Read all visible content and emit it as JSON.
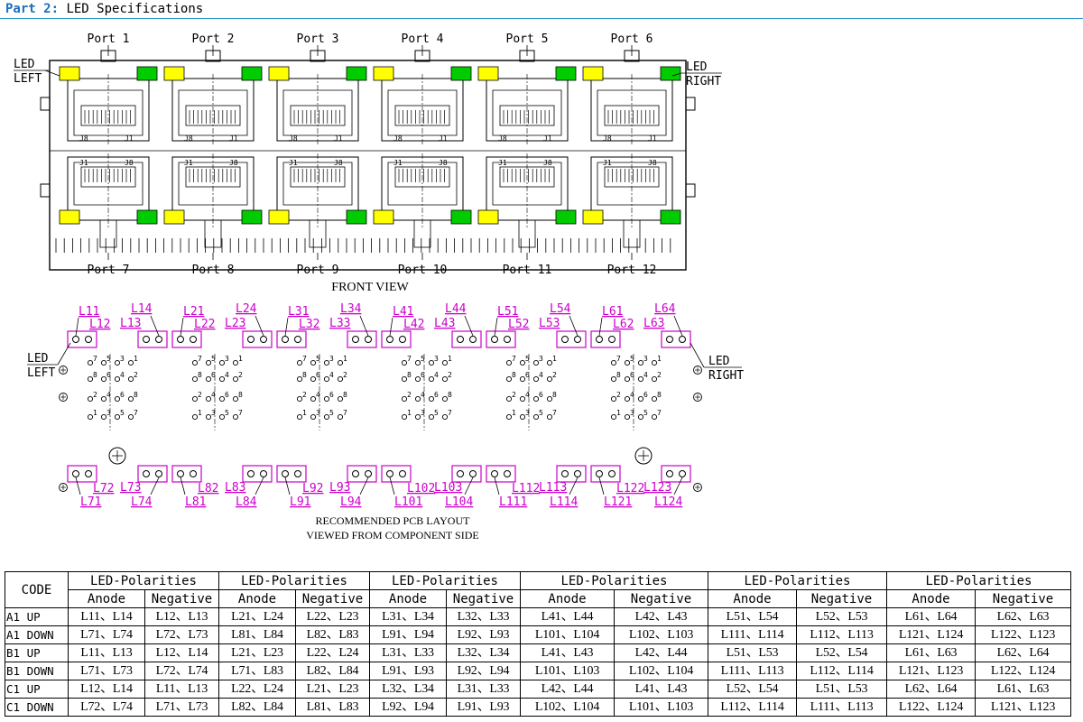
{
  "header": {
    "part": "Part 2:",
    "title": "LED Specifications"
  },
  "front_view": {
    "caption": "FRONT VIEW",
    "top_ports": [
      "Port 1",
      "Port 2",
      "Port 3",
      "Port 4",
      "Port 5",
      "Port 6"
    ],
    "bottom_ports": [
      "Port 7",
      "Port 8",
      "Port 9",
      "Port 10",
      "Port 11",
      "Port 12"
    ],
    "led_left": [
      "LED",
      "LEFT"
    ],
    "led_right": [
      "LED",
      "RIGHT"
    ],
    "jack_pin_left_top": "J8",
    "jack_pin_right_top": "J1",
    "jack_pin_left_bottom": "J1",
    "jack_pin_right_bottom": "J8",
    "led_colors": {
      "left": "#ffff00",
      "right": "#00cc00"
    }
  },
  "pcb_layout": {
    "caption_line1": "RECOMMENDED PCB LAYOUT",
    "caption_line2": "VIEWED FROM COMPONENT SIDE",
    "led_left": [
      "LED",
      "LEFT"
    ],
    "led_right": [
      "LED",
      "RIGHT"
    ],
    "label_color": "#cc00cc",
    "top_labels": [
      [
        "L11",
        "L12",
        "L14",
        "L13"
      ],
      [
        "L21",
        "L22",
        "L24",
        "L23"
      ],
      [
        "L31",
        "L32",
        "L34",
        "L33"
      ],
      [
        "L41",
        "L42",
        "L44",
        "L43"
      ],
      [
        "L51",
        "L52",
        "L54",
        "L53"
      ],
      [
        "L61",
        "L62",
        "L64",
        "L63"
      ]
    ],
    "bottom_labels": [
      [
        "L72",
        "L71",
        "L73",
        "L74"
      ],
      [
        "L82",
        "L81",
        "L83",
        "L84"
      ],
      [
        "L92",
        "L91",
        "L93",
        "L94"
      ],
      [
        "L102",
        "L101",
        "L103",
        "L104"
      ],
      [
        "L112",
        "L111",
        "L113",
        "L114"
      ],
      [
        "L122",
        "L121",
        "L123",
        "L124"
      ]
    ],
    "pin_row1": [
      "7",
      "5",
      "3",
      "1"
    ],
    "pin_row2": [
      "8",
      "6",
      "4",
      "2"
    ],
    "pin_row3": [
      "2",
      "4",
      "6",
      "8"
    ],
    "pin_row4": [
      "1",
      "3",
      "5",
      "7"
    ]
  },
  "table": {
    "code_header": "CODE",
    "group_header": "LED-Polarities",
    "anode_header": "Anode",
    "negative_header": "Negative",
    "rows": [
      {
        "code": "A1 UP",
        "cells": [
          "L11、L14",
          "L12、L13",
          "L21、L24",
          "L22、L23",
          "L31、L34",
          "L32、L33",
          "L41、L44",
          "L42、L43",
          "L51、L54",
          "L52、L53",
          "L61、L64",
          "L62、L63"
        ]
      },
      {
        "code": "A1 DOWN",
        "cells": [
          "L71、L74",
          "L72、L73",
          "L81、L84",
          "L82、L83",
          "L91、L94",
          "L92、L93",
          "L101、L104",
          "L102、L103",
          "L111、L114",
          "L112、L113",
          "L121、L124",
          "L122、L123"
        ]
      },
      {
        "code": "B1 UP",
        "cells": [
          "L11、L13",
          "L12、L14",
          "L21、L23",
          "L22、L24",
          "L31、L33",
          "L32、L34",
          "L41、L43",
          "L42、L44",
          "L51、L53",
          "L52、L54",
          "L61、L63",
          "L62、L64"
        ]
      },
      {
        "code": "B1 DOWN",
        "cells": [
          "L71、L73",
          "L72、L74",
          "L71、L83",
          "L82、L84",
          "L91、L93",
          "L92、L94",
          "L101、L103",
          "L102、L104",
          "L111、L113",
          "L112、L114",
          "L121、L123",
          "L122、L124"
        ]
      },
      {
        "code": "C1 UP",
        "cells": [
          "L12、L14",
          "L11、L13",
          "L22、L24",
          "L21、L23",
          "L32、L34",
          "L31、L33",
          "L42、L44",
          "L41、L43",
          "L52、L54",
          "L51、L53",
          "L62、L64",
          "L61、L63"
        ]
      },
      {
        "code": "C1 DOWN",
        "cells": [
          "L72、L74",
          "L71、L73",
          "L82、L84",
          "L81、L83",
          "L92、L94",
          "L91、L93",
          "L102、L104",
          "L101、L103",
          "L112、L114",
          "L111、L113",
          "L122、L124",
          "L121、L123"
        ]
      }
    ]
  }
}
